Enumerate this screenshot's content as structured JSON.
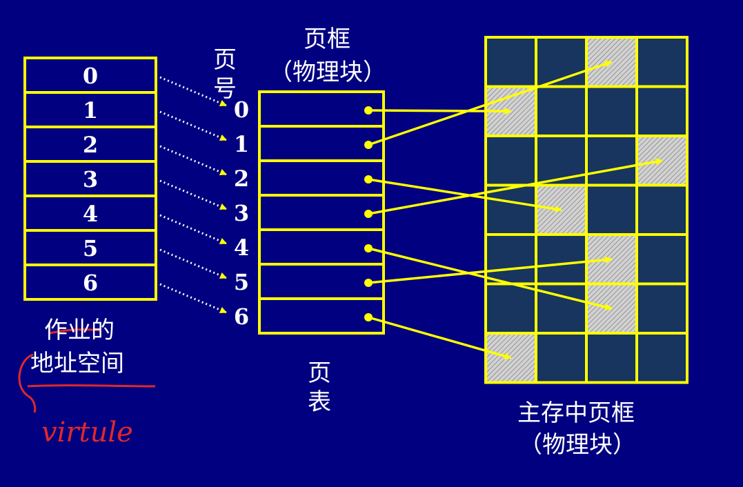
{
  "job_space": {
    "pages": [
      "0",
      "1",
      "2",
      "3",
      "4",
      "5",
      "6"
    ],
    "label_line1": "作业的",
    "label_line2": "地址空间"
  },
  "page_table": {
    "page_no_label": "页号",
    "frame_label_line1": "页框",
    "frame_label_line2": "（物理块）",
    "indices": [
      "0",
      "1",
      "2",
      "3",
      "4",
      "5",
      "6"
    ],
    "table_label": "页表"
  },
  "memory": {
    "rows": 7,
    "cols": 4,
    "used_frames": [
      [
        0,
        2
      ],
      [
        1,
        0
      ],
      [
        2,
        3
      ],
      [
        3,
        1
      ],
      [
        4,
        2
      ],
      [
        5,
        2
      ],
      [
        6,
        0
      ]
    ],
    "label_line1": "主存中页框",
    "label_line2": "（物理块）"
  },
  "mapping": [
    {
      "page": 0,
      "frame": [
        1,
        0
      ]
    },
    {
      "page": 1,
      "frame": [
        0,
        2
      ]
    },
    {
      "page": 2,
      "frame": [
        3,
        1
      ]
    },
    {
      "page": 3,
      "frame": [
        2,
        3
      ]
    },
    {
      "page": 4,
      "frame": [
        5,
        2
      ]
    },
    {
      "page": 5,
      "frame": [
        4,
        2
      ]
    },
    {
      "page": 6,
      "frame": [
        6,
        0
      ]
    }
  ],
  "annotation": {
    "handwritten_text": "virtule"
  },
  "colors": {
    "background": "#000080",
    "outline": "#ffff00",
    "cell_fill": "#17355e",
    "used_fill": "#c8c8c8",
    "text": "#ffffff",
    "annotation": "#e0282a"
  }
}
